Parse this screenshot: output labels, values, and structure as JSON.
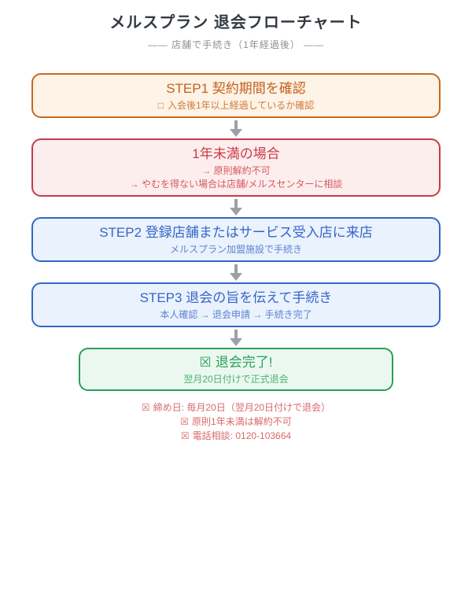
{
  "header": {
    "title": "メルスプラン 退会フローチャート",
    "subtitle": "—— 店舗で手続き（1年経過後） ——"
  },
  "flow": {
    "step1": {
      "title": "STEP1 契約期間を確認",
      "check_icon": "□",
      "line1": "入会後1年以上経過しているか確認"
    },
    "under_one_year": {
      "title": "1年未満の場合",
      "line1": "→ 原則解約不可",
      "line2": "→ やむを得ない場合は店舗/メルスセンターに相談"
    },
    "step2": {
      "title": "STEP2 登録店舗またはサービス受入店に来店",
      "line1": "メルスプラン加盟施設で手続き"
    },
    "step3": {
      "title": "STEP3 退会の旨を伝えて手続き",
      "line1": "本人確認 → 退会申請 → 手続き完了"
    },
    "complete": {
      "check_icon": "☒",
      "title": "退会完了!",
      "line1": "翌月20日付けで正式退会"
    }
  },
  "notes": {
    "note1": {
      "icon": "☒",
      "text": "締め日: 毎月20日（翌月20日付けで退会）"
    },
    "note2": {
      "icon": "☒",
      "text": "原則1年未満は解約不可"
    },
    "note3": {
      "icon": "☒",
      "text": "電話相談: 0120-103664"
    }
  },
  "colors": {
    "orange_border": "#c7681f",
    "orange_bg": "#fdf3e6",
    "red_border": "#c43c49",
    "red_bg": "#fdeeee",
    "blue_border": "#3566c8",
    "blue_bg": "#eaf2fd",
    "green_border": "#2aa05a",
    "green_bg": "#eaf8ef",
    "arrow_gray": "#9aa1a8",
    "notes_red": "#d86a6a",
    "title_dark": "#333a40",
    "subtitle_gray": "#8b8f94"
  }
}
